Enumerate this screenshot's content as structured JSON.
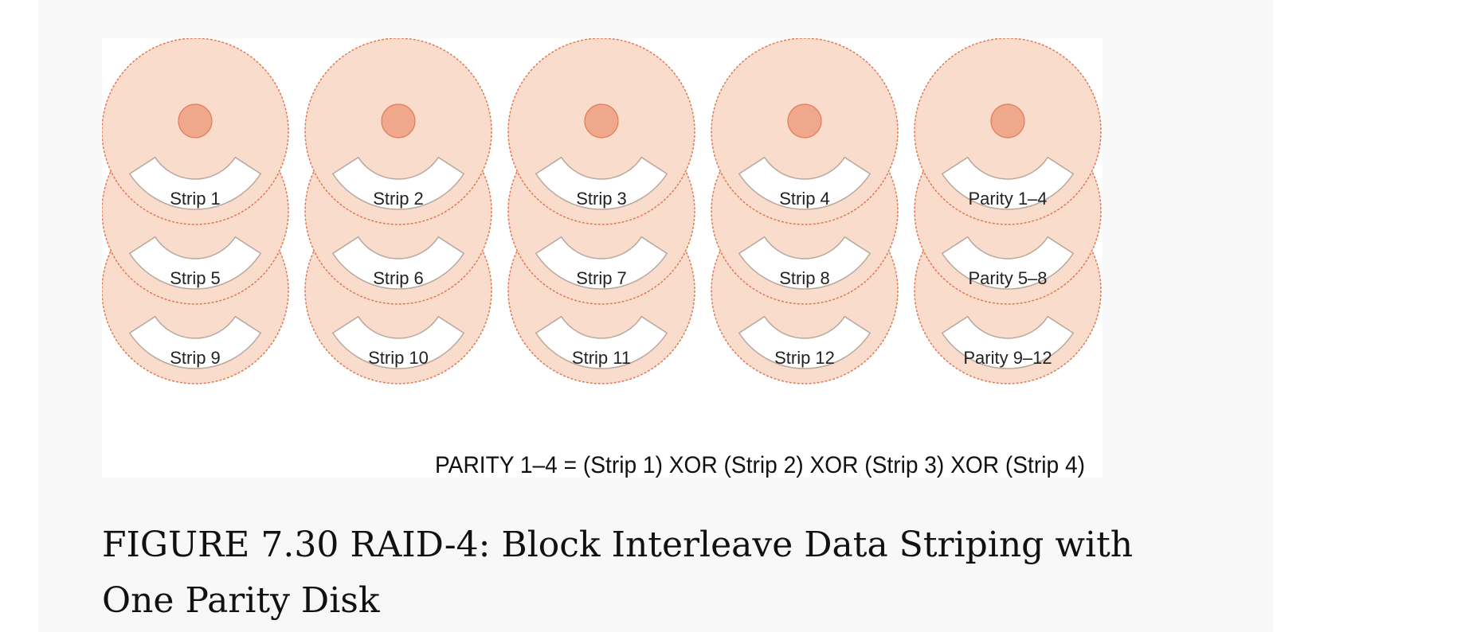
{
  "figure": {
    "disks": [
      {
        "strips": [
          "Strip 1",
          "Strip 5",
          "Strip 9"
        ]
      },
      {
        "strips": [
          "Strip 2",
          "Strip 6",
          "Strip 10"
        ]
      },
      {
        "strips": [
          "Strip 3",
          "Strip 7",
          "Strip 11"
        ]
      },
      {
        "strips": [
          "Strip 4",
          "Strip 8",
          "Strip 12"
        ]
      },
      {
        "strips": [
          "Parity 1–4",
          "Parity 5–8",
          "Parity 9–12"
        ]
      }
    ],
    "parity_formula": "PARITY 1–4 = (Strip 1) XOR (Strip 2) XOR (Strip 3) XOR (Strip 4)",
    "colors": {
      "platter_fill": "#f9dccb",
      "platter_stroke": "#e07a56",
      "hub_fill": "#f0a88c",
      "label_fill": "#ffffff",
      "label_stroke": "#b8a89e"
    }
  },
  "caption": "FIGURE 7.30 RAID-4: Block Interleave Data Striping with One Parity Disk"
}
